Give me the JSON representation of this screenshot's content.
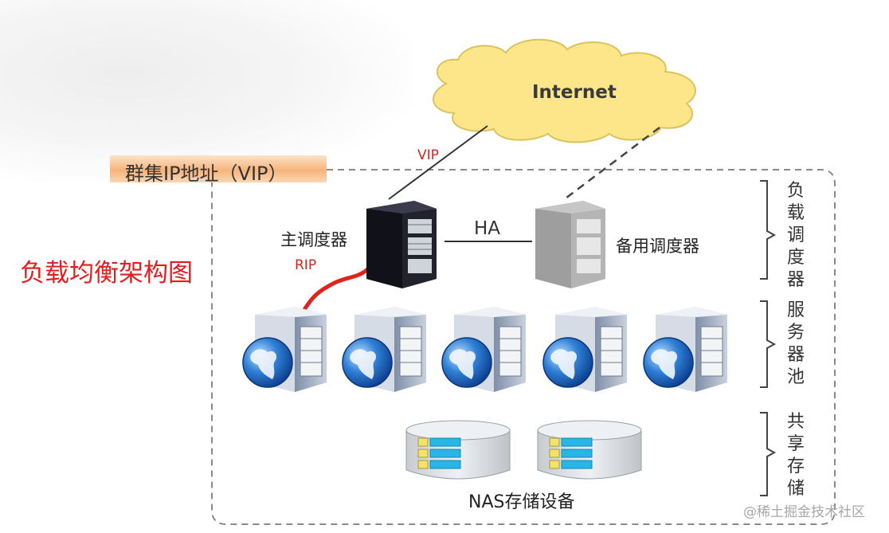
{
  "diagram": {
    "title": "负载均衡架构图",
    "vip_tag": "群集IP地址（VIP）",
    "internet_label": "Internet",
    "link_vip_label": "VIP",
    "link_rip_label": "RIP",
    "link_ha_label": "HA",
    "primary_scheduler_label": "主调度器",
    "backup_scheduler_label": "备用调度器",
    "nas_label": "NAS存储设备",
    "side_labels": {
      "load_balancer": "负载调度器",
      "server_pool": "服务器池",
      "shared_storage": "共享存储"
    },
    "watermark": "@稀土掘金技术社区",
    "colors": {
      "cloud_fill": "#fde58a",
      "title_red": "#e21e1e",
      "rip_line": "#e0241c",
      "vip_tag": "#f6b47c"
    }
  }
}
